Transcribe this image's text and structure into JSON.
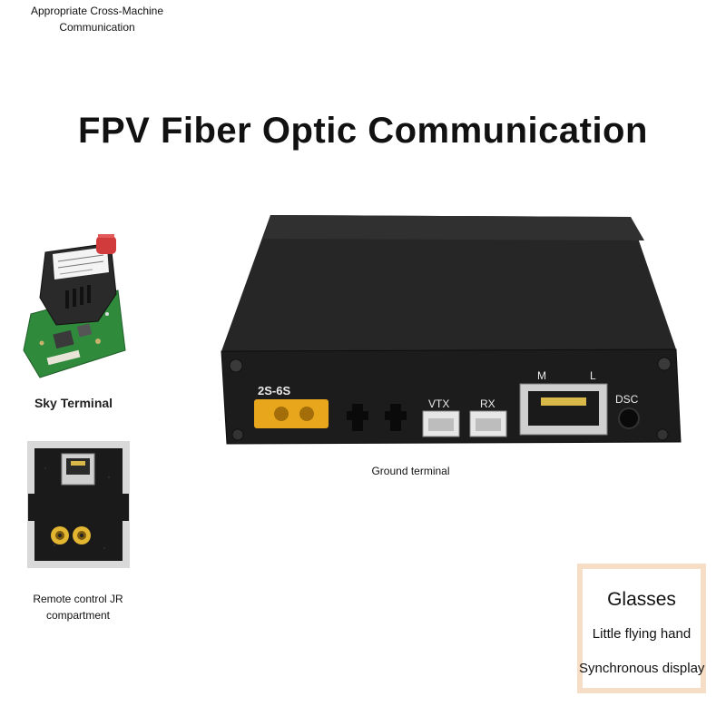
{
  "top_note": {
    "line1": "Appropriate Cross-Machine",
    "line2": "Communication"
  },
  "title": "FPV Fiber Optic Communication",
  "sky_terminal": {
    "label": "Sky Terminal"
  },
  "remote_compartment": {
    "line1": "Remote control JR",
    "line2": "compartment"
  },
  "ground_terminal": {
    "label": "Ground terminal",
    "panel_labels": {
      "power": "2S-6S",
      "vtx": "VTX",
      "rx": "RX",
      "m": "M",
      "l": "L",
      "dsc": "DSC"
    }
  },
  "glasses": {
    "title": "Glasses",
    "line1": "Little flying hand",
    "line2": "Synchronous display"
  },
  "colors": {
    "box_body": "#1c1c1c",
    "connector_yellow": "#e8a61c",
    "pcb_green": "#2f8a3c",
    "panel_border": "#f6ddc6"
  }
}
